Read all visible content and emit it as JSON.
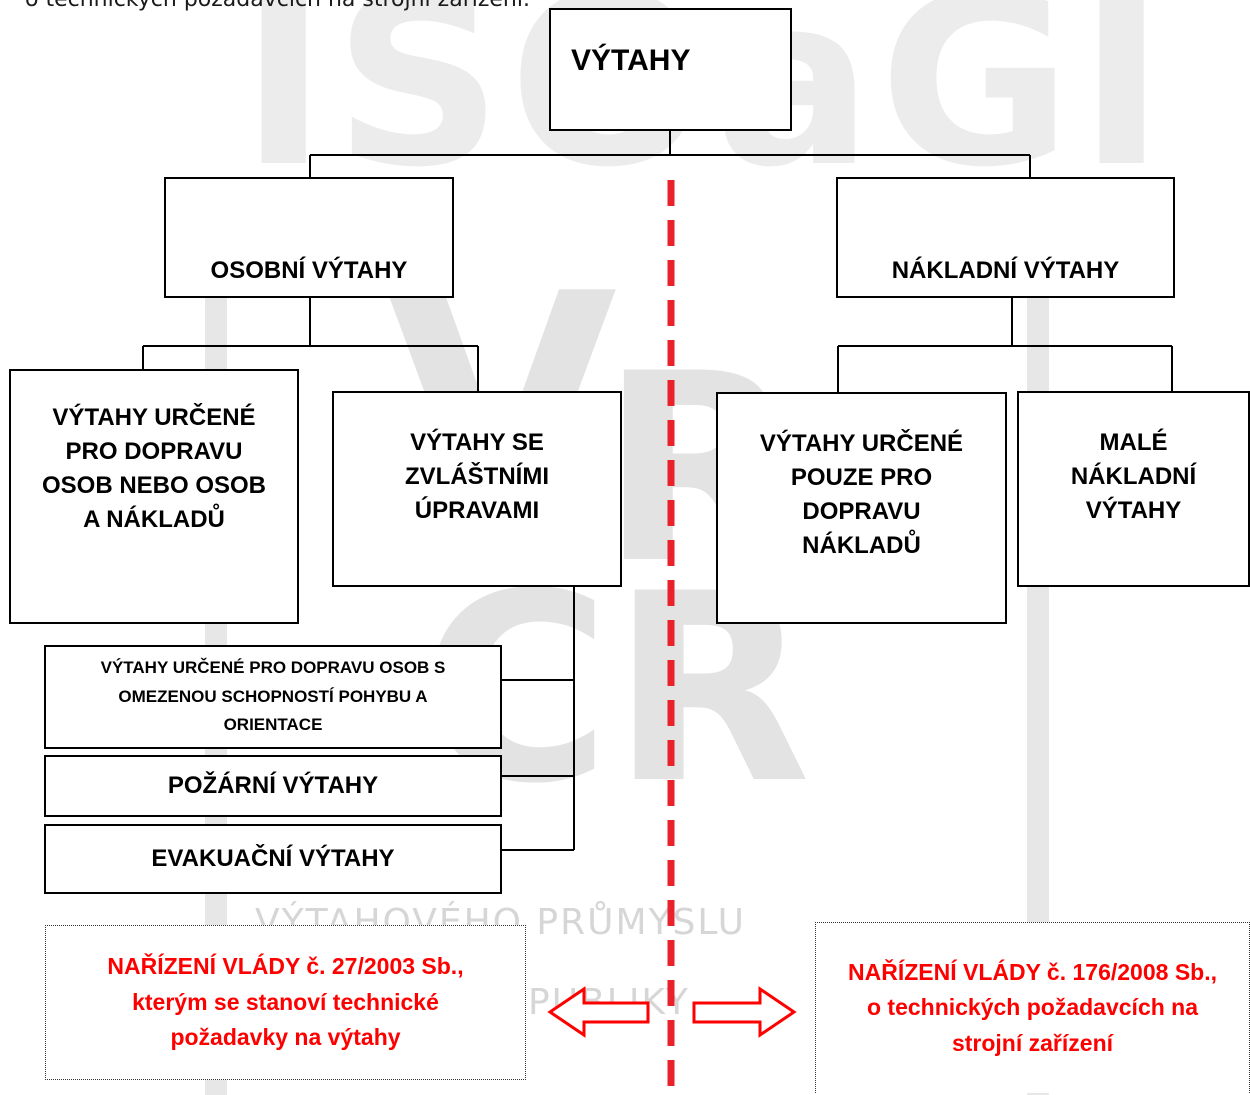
{
  "header_fragment": "o technických požadavcích na strojní zařízení.",
  "watermark": {
    "top": "ISOaGI",
    "v": "V",
    "r": "R",
    "cr": "ČR",
    "line1": "VÝTAHOVÉHO PRŮMYSLU",
    "line2": "PUBLIKY"
  },
  "root": "VÝTAHY",
  "left_branch": {
    "title": "OSOBNÍ VÝTAHY",
    "child_a": "VÝTAHY URČENÉ PRO DOPRAVU OSOB NEBO OSOB A NÁKLADŮ",
    "child_b": "VÝTAHY SE ZVLÁŠTNÍMI ÚPRAVAMI",
    "special_1": "VÝTAHY URČENÉ PRO DOPRAVU OSOB S OMEZENOU SCHOPNOSTÍ POHYBU A ORIENTACE",
    "special_2": "POŽÁRNÍ VÝTAHY",
    "special_3": "EVAKUAČNÍ VÝTAHY"
  },
  "right_branch": {
    "title": "NÁKLADNÍ VÝTAHY",
    "child_a": "VÝTAHY URČENÉ POUZE PRO DOPRAVU NÁKLADŮ",
    "child_b": "MALÉ NÁKLADNÍ VÝTAHY"
  },
  "regulation_left": "NAŘÍZENÍ VLÁDY č. 27/2003 Sb., kterým se stanoví technické požadavky na výtahy",
  "regulation_right": "NAŘÍZENÍ VLÁDY č. 176/2008 Sb., o technických požadavcích na strojní zařízení",
  "colors": {
    "divider": "#e8212a",
    "regulation_text": "#ff0000",
    "arrow": "#ff0000",
    "watermark": "#e3e3e3"
  }
}
